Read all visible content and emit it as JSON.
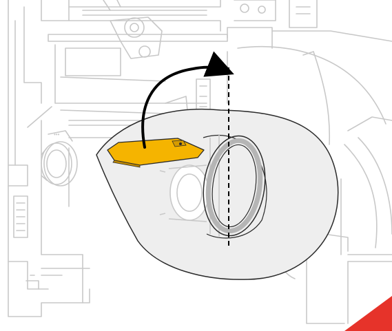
{
  "diagram": {
    "colors": {
      "line_art": "#c8c8c8",
      "line_art_dark": "#9a9a9a",
      "media_fill": "#eeeeee",
      "media_edge": "#2a2a2a",
      "spindle_ring": "#b5b5b5",
      "guide_plate": "#f5b400",
      "arrow": "#000000",
      "center_line": "#000000",
      "corner_tab": "#e6332a"
    },
    "icons": {
      "guide": "media-guide-plate",
      "arrow": "curved-arrow",
      "axis": "dashed-center-line",
      "corner": "corner-tab"
    }
  }
}
